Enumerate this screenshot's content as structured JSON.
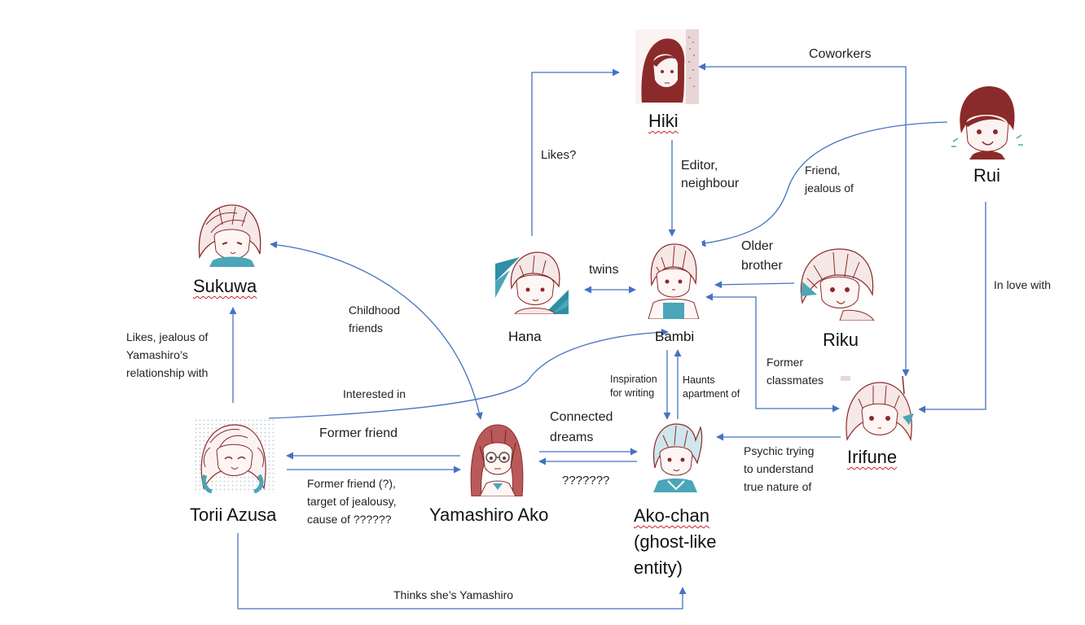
{
  "characters": {
    "hiki": "Hiki",
    "rui": "Rui",
    "sukuwa": "Sukuwa",
    "hana": "Hana",
    "bambi": "Bambi",
    "riku": "Riku",
    "torii": "Torii Azusa",
    "yamashiro": "Yamashiro Ako",
    "akochan_1": "Ako-chan",
    "akochan_2": "(ghost-like",
    "akochan_3": "entity)",
    "irifune": "Irifune"
  },
  "relations": {
    "coworkers": "Coworkers",
    "likes_q": "Likes?",
    "editor_1": "Editor,",
    "editor_2": "neighbour",
    "friend_1": "Friend,",
    "friend_2": "jealous of",
    "older_1": "Older",
    "older_2": "brother",
    "twins": "twins",
    "in_love": "In love with",
    "childhood_1": "Childhood",
    "childhood_2": "friends",
    "likes_jealous_1": "Likes, jealous of",
    "likes_jealous_2": "Yamashiro’s",
    "likes_jealous_3": "relationship with",
    "interested": "Interested in",
    "inspiration_1": "Inspiration",
    "inspiration_2": "for writing",
    "haunts_1": "Haunts",
    "haunts_2": "apartment of",
    "former_classmates_1": "Former",
    "former_classmates_2": "classmates",
    "former_friend": "Former friend",
    "connected_1": "Connected",
    "connected_2": "dreams",
    "former_friend_q_1": "Former friend (?),",
    "former_friend_q_2": "target of jealousy,",
    "former_friend_q_3": "cause of ??????",
    "question_marks": "???????",
    "psychic_1": "Psychic trying",
    "psychic_2": "to understand",
    "psychic_3": "true nature of",
    "thinks": "Thinks she’s Yamashiro"
  },
  "colors": {
    "arrow": "#4472c4",
    "ink": "#8b2a2a",
    "accent": "#4aa6b8"
  }
}
